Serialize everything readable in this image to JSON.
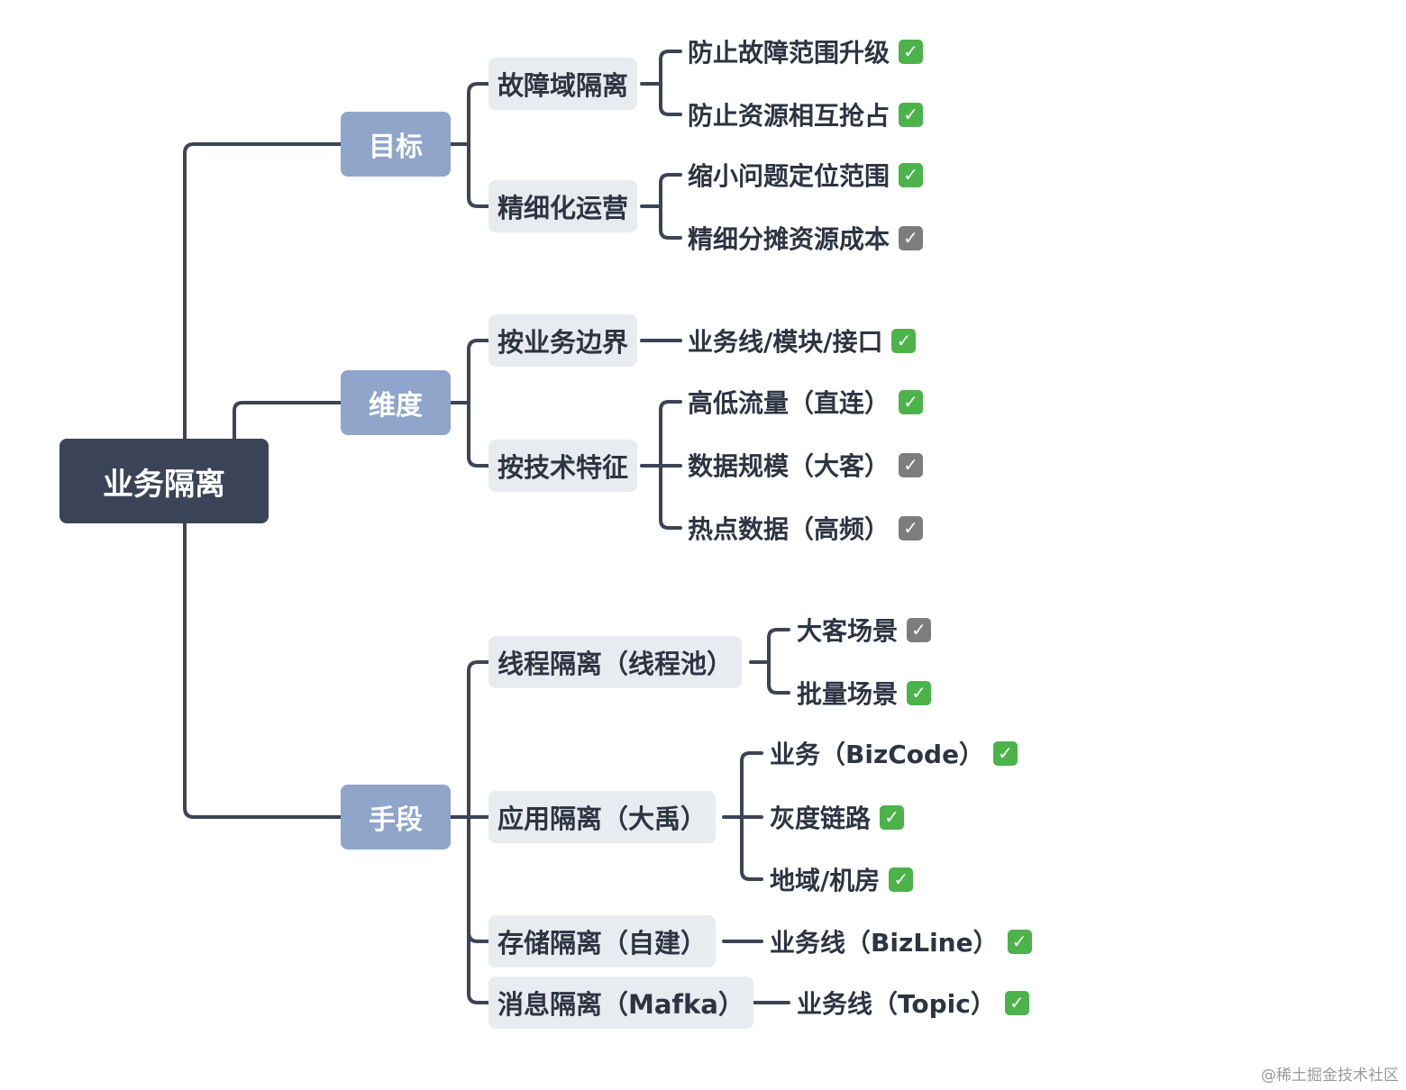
{
  "colors": {
    "root_bg": "#3b4457",
    "level1_bg": "#8fa5c9",
    "level2_bg": "#e8ebf0",
    "line": "#3c4455",
    "check_green": "#4cb34a",
    "check_gray": "#7d7d7d"
  },
  "root": {
    "label": "业务隔离"
  },
  "branches": [
    {
      "label": "目标",
      "children": [
        {
          "label": "故障域隔离",
          "leaves": [
            {
              "label": "防止故障范围升级",
              "status": "checked-green"
            },
            {
              "label": "防止资源相互抢占",
              "status": "checked-green"
            }
          ]
        },
        {
          "label": "精细化运营",
          "leaves": [
            {
              "label": "缩小问题定位范围",
              "status": "checked-green"
            },
            {
              "label": "精细分摊资源成本",
              "status": "checked-gray"
            }
          ]
        }
      ]
    },
    {
      "label": "维度",
      "children": [
        {
          "label": "按业务边界",
          "leaves": [
            {
              "label": "业务线/模块/接口",
              "status": "checked-green"
            }
          ]
        },
        {
          "label": "按技术特征",
          "leaves": [
            {
              "label": "高低流量（直连）",
              "status": "checked-green"
            },
            {
              "label": "数据规模（大客）",
              "status": "checked-gray"
            },
            {
              "label": "热点数据（高频）",
              "status": "checked-gray"
            }
          ]
        }
      ]
    },
    {
      "label": "手段",
      "children": [
        {
          "label": "线程隔离（线程池）",
          "leaves": [
            {
              "label": "大客场景",
              "status": "checked-gray"
            },
            {
              "label": "批量场景",
              "status": "checked-green"
            }
          ]
        },
        {
          "label": "应用隔离（大禹）",
          "leaves": [
            {
              "label": "业务（BizCode）",
              "status": "checked-green"
            },
            {
              "label": "灰度链路",
              "status": "checked-green"
            },
            {
              "label": "地域/机房",
              "status": "checked-green"
            }
          ]
        },
        {
          "label": "存储隔离（自建）",
          "leaves": [
            {
              "label": "业务线（BizLine）",
              "status": "checked-green"
            }
          ]
        },
        {
          "label": "消息隔离（Mafka）",
          "leaves": [
            {
              "label": "业务线（Topic）",
              "status": "checked-green"
            }
          ]
        }
      ]
    }
  ],
  "watermark": "@稀土掘金技术社区"
}
